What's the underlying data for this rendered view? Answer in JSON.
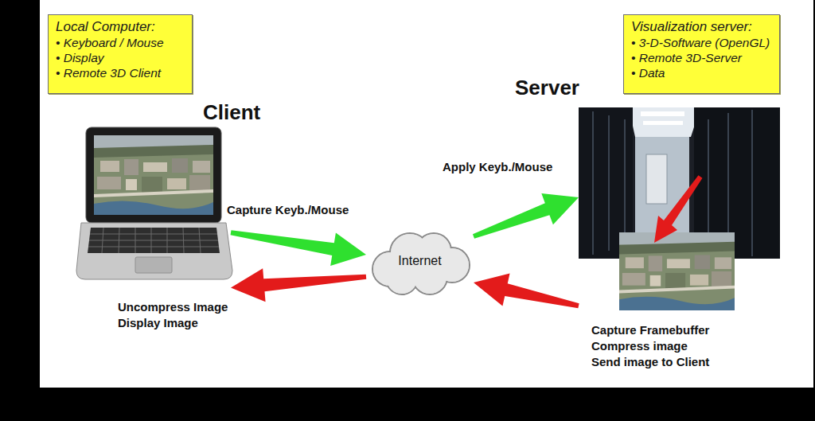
{
  "diagram": {
    "nodes": [
      {
        "text": [
          "Local Computer:",
          "• Keyboard / Mouse",
          "• Display",
          "• Remote 3D Client"
        ]
      },
      {
        "text": [
          "Visualization server:",
          "• 3-D-Software (OpenGL)",
          "• Remote 3D-Server",
          "• Data"
        ]
      },
      {
        "text": [
          "Client"
        ]
      },
      {
        "text": [
          "Server"
        ]
      },
      {
        "text": [
          "Internet"
        ]
      }
    ],
    "edges": [
      {
        "from": 2,
        "to": 4,
        "arrow": "to",
        "label": "Capture Keyb./Mouse"
      },
      {
        "from": 4,
        "to": 3,
        "arrow": "to",
        "label": "Apply Keyb./Mouse"
      },
      {
        "from": 3,
        "to": 4,
        "arrow": "to",
        "label": "Capture Framebuffer Compress image Send image to Client"
      },
      {
        "from": 4,
        "to": 2,
        "arrow": "to",
        "label": "Uncompress Image Display Image"
      }
    ]
  }
}
